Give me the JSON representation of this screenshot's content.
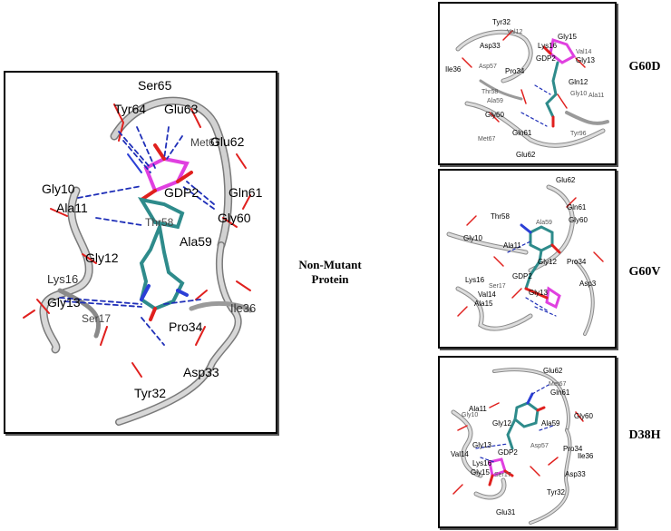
{
  "main": {
    "caption_line1": "Non-Mutant",
    "caption_line2": "Protein",
    "labels": [
      "Ser65",
      "Tyr64",
      "Glu63",
      "Met67",
      "Glu62",
      "Gly10",
      "GDP2",
      "Gln61",
      "Ala11",
      "Thr58",
      "Gly60",
      "Ala59",
      "Gly12",
      "Lys16",
      "Gly13",
      "Ser17",
      "Ile36",
      "Pro34",
      "Asp33",
      "Tyr32"
    ]
  },
  "g60d": {
    "title": "G60D",
    "labels": [
      "Tyr32",
      "Val12",
      "Gly15",
      "Asp33",
      "Lys16",
      "Val14",
      "Gly13",
      "Ile36",
      "Asp57",
      "Pro34",
      "GDP2",
      "Thr58",
      "Ala59",
      "Gln12",
      "Gly10",
      "Ala11",
      "Gly60",
      "Gln61",
      "Met67",
      "Tyr96",
      "Glu62"
    ]
  },
  "g60v": {
    "title": "G60V",
    "labels": [
      "Glu62",
      "Gln61",
      "Thr58",
      "Ala59",
      "Gly60",
      "Gly10",
      "Ala11",
      "Gly12",
      "Pro34",
      "Lys16",
      "GDP2",
      "Ser17",
      "Val14",
      "Gly13",
      "Asp3",
      "Ala15"
    ]
  },
  "d38h": {
    "title": "D38H",
    "labels": [
      "Glu62",
      "Met67",
      "Ala11",
      "Gln61",
      "Gly10",
      "Gly12",
      "Ala59",
      "Gly60",
      "Gly13",
      "Asp57",
      "Pro34",
      "Val14",
      "GDP2",
      "Ile36",
      "Lys16",
      "Gly15",
      "Ser17",
      "Asp33",
      "Tyr32",
      "Glu31"
    ]
  },
  "colors": {
    "ribbon": "#c8c8c8",
    "ribbon_edge": "#7a7a7a",
    "carbon": "#2e8b8b",
    "oxygen": "#e0201e",
    "nitrogen": "#2b3fd6",
    "phosphorus": "#e040e0",
    "hbond": "#1f2fb8"
  }
}
